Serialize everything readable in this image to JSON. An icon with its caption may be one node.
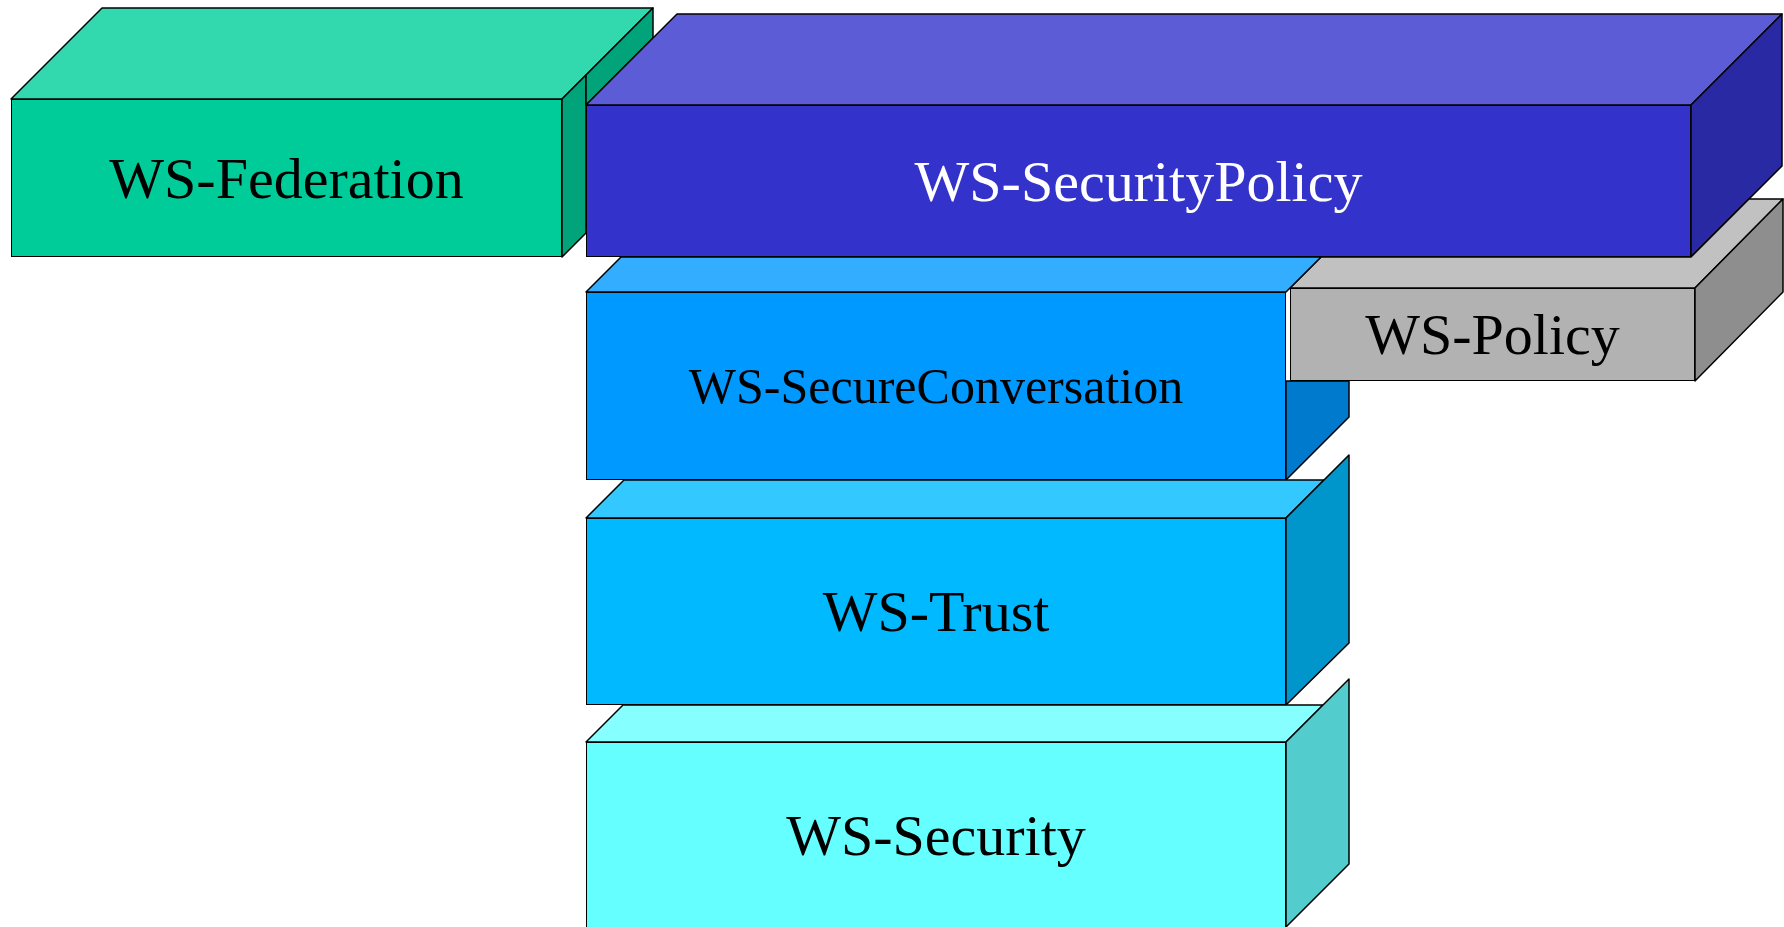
{
  "diagram": {
    "nodes": [
      {
        "text": [
          "WS-Federation"
        ]
      },
      {
        "text": [
          "WS-SecurityPolicy"
        ]
      },
      {
        "text": [
          "WS-Policy"
        ]
      },
      {
        "text": [
          "WS-SecureConversation"
        ]
      },
      {
        "text": [
          "WS-Trust"
        ]
      },
      {
        "text": [
          "WS-Security"
        ]
      }
    ]
  }
}
